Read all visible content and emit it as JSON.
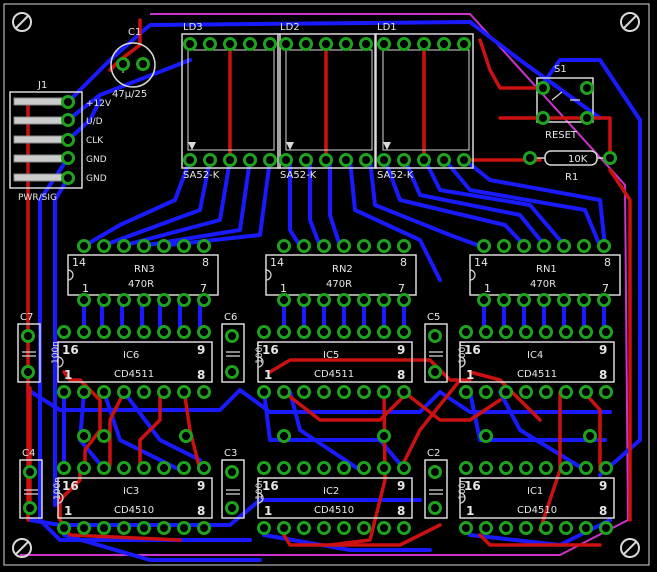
{
  "colors": {
    "background": "#000000",
    "outline": "#d9d9d9",
    "top_copper": "#cc1111",
    "bottom_copper": "#1a1aff",
    "pad": "#1fa11f",
    "pad_hole": "#000000",
    "border": "#cc33cc"
  },
  "labels": {
    "j1": "J1",
    "j1_bottom": "PWR/SIG",
    "j1_pins": [
      "+12V",
      "U/D",
      "CLK",
      "GND",
      "GND"
    ],
    "c1": "C1",
    "c1_value": "47µ/25",
    "ld3": "LD3",
    "ld2": "LD2",
    "ld1": "LD1",
    "seg_type": "SA52-K",
    "s1": "S1",
    "reset": "RESET",
    "r1": "R1",
    "r1_value": "10K",
    "rn_left": "14",
    "rn_right": "8",
    "rn_bleft": "1",
    "rn_bright": "7",
    "rn3": "RN3",
    "rn2": "RN2",
    "rn1": "RN1",
    "rn_value": "470R",
    "c7": "C7",
    "c6": "C6",
    "c5": "C5",
    "c4": "C4",
    "c3": "C3",
    "c2": "C2",
    "cap_value": "100n",
    "ic_tl": "16",
    "ic_tr": "9",
    "ic_bl": "1",
    "ic_br": "8",
    "ic6": "IC6",
    "ic5": "IC5",
    "ic4": "IC4",
    "ic3": "IC3",
    "ic2": "IC2",
    "ic1": "IC1",
    "cd4511": "CD4511",
    "cd4510": "CD4510"
  }
}
